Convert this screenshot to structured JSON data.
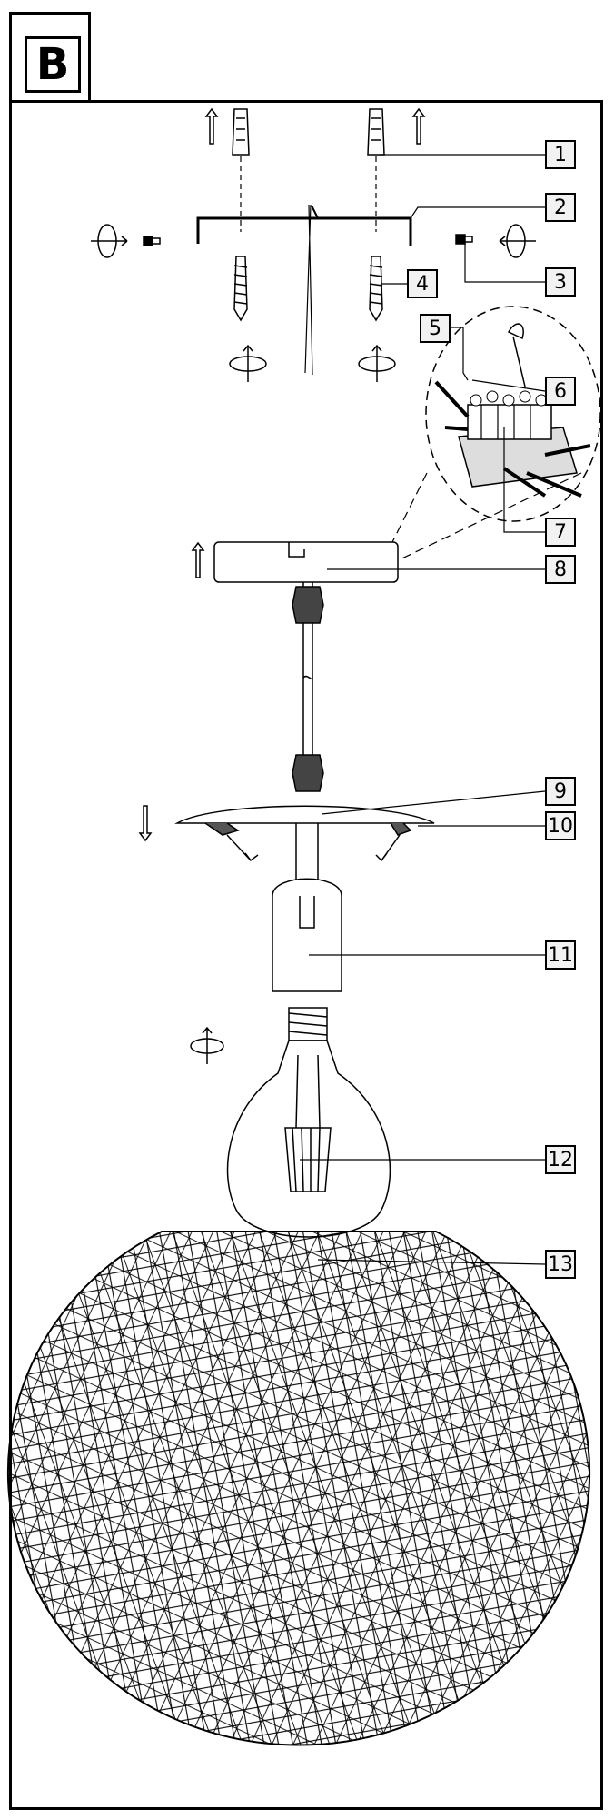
{
  "figure": {
    "section_label": "B",
    "callouts": [
      {
        "id": "1",
        "label": "1"
      },
      {
        "id": "2",
        "label": "2"
      },
      {
        "id": "3",
        "label": "3"
      },
      {
        "id": "4",
        "label": "4"
      },
      {
        "id": "5",
        "label": "5"
      },
      {
        "id": "6",
        "label": "6"
      },
      {
        "id": "7",
        "label": "7"
      },
      {
        "id": "8",
        "label": "8"
      },
      {
        "id": "9",
        "label": "9"
      },
      {
        "id": "10",
        "label": "10"
      },
      {
        "id": "11",
        "label": "11"
      },
      {
        "id": "12",
        "label": "12"
      },
      {
        "id": "13",
        "label": "13"
      }
    ]
  }
}
